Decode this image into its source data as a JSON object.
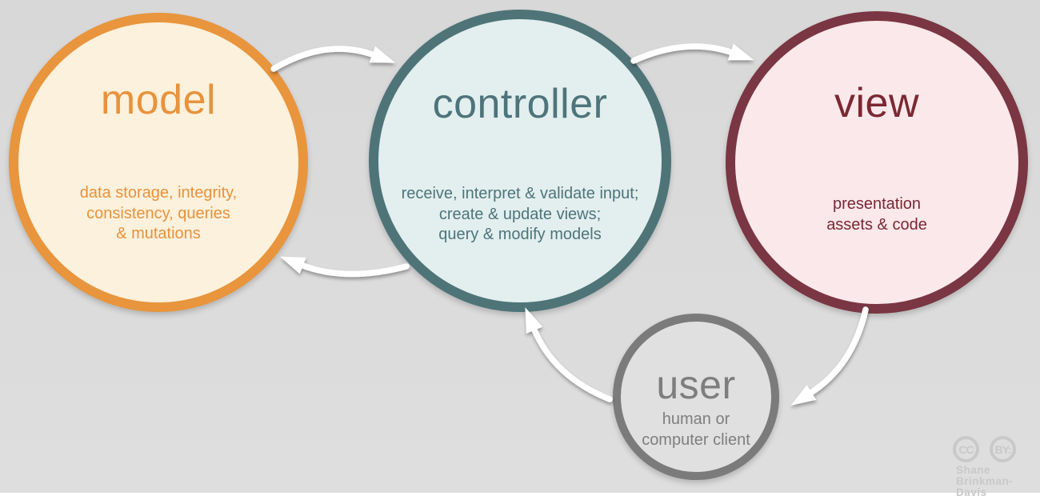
{
  "background": {
    "top_color": "#D8D8D8",
    "bottom_color": "#DEDEDE",
    "bottom_strip_color": "#FFFFFF"
  },
  "arrow_color": "#FFFFFF",
  "nodes": {
    "model": {
      "label": "model",
      "description": "data storage, integrity,\nconsistency, queries\n& mutations",
      "border_color": "#E8953D",
      "fill_color": "#FBF1DC",
      "text_color": "#E8923C"
    },
    "controller": {
      "label": "controller",
      "description": "receive, interpret & validate input;\ncreate & update views;\nquery & modify models",
      "border_color": "#4E7478",
      "fill_color": "#E2EFEE",
      "text_color": "#4E747B"
    },
    "view": {
      "label": "view",
      "description": "presentation\nassets & code",
      "border_color": "#7A3642",
      "fill_color": "#FAE8EA",
      "text_color": "#7B2833"
    },
    "user": {
      "label": "user",
      "description": "human or\ncomputer client",
      "border_color": "#7B7B7B",
      "fill_color": "#E0E0E0",
      "text_color": "#7E7E7E"
    }
  },
  "edges": [
    {
      "from": "model",
      "to": "controller"
    },
    {
      "from": "controller",
      "to": "view"
    },
    {
      "from": "controller",
      "to": "model"
    },
    {
      "from": "view",
      "to": "user"
    },
    {
      "from": "user",
      "to": "controller"
    }
  ],
  "attribution": {
    "license": "CC BY",
    "icon_labels": [
      "CC",
      "BY:"
    ],
    "author": "Shane\nBrinkman-Davis",
    "color": "#C9C9C9"
  }
}
